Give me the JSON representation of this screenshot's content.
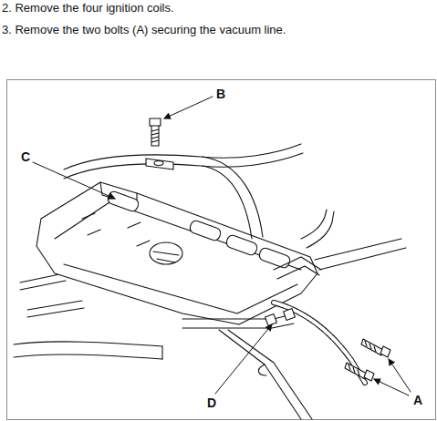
{
  "diagram": {
    "labels": [
      "2. Remove the four ignition coils.",
      "3. Remove the two bolts (A) securing the vacuum line.",
      "B",
      "C",
      "D",
      "A"
    ]
  }
}
